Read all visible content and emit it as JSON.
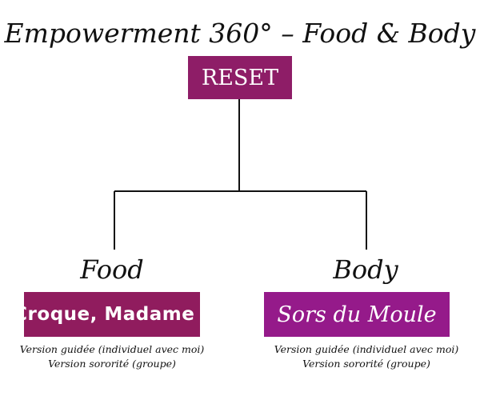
{
  "title": "Empowerment 360° – Food & Body",
  "root": {
    "label": "RESET",
    "color": "#8e1d67"
  },
  "branches": [
    {
      "title": "Food",
      "program": {
        "label": "Croque, Madame !",
        "color": "#901c5e"
      },
      "versions": [
        "Version guidée (individuel avec moi)",
        "Version sororité (groupe)"
      ]
    },
    {
      "title": "Body",
      "program": {
        "label": "Sors du Moule",
        "color": "#951a8a"
      },
      "versions": [
        "Version guidée (individuel avec moi)",
        "Version sororité (groupe)"
      ]
    }
  ]
}
